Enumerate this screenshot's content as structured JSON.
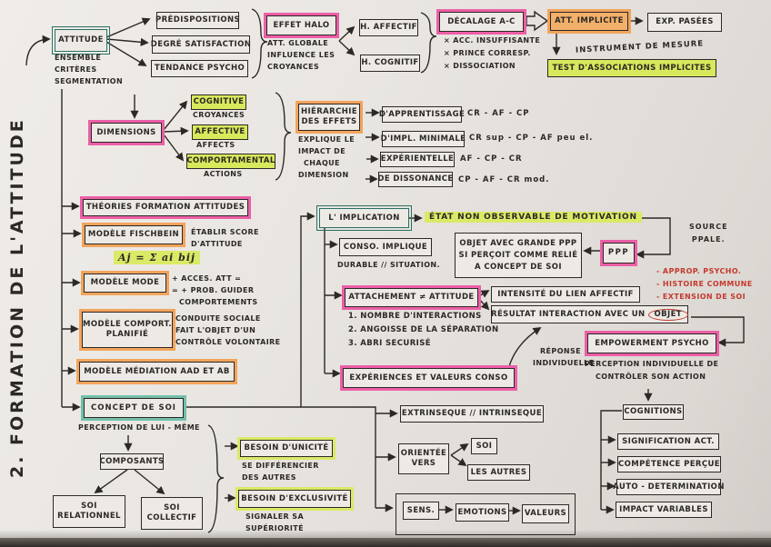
{
  "title": "2. FORMATION DE L'ATTITUDE",
  "colors": {
    "pink": "#ec5fa6",
    "orange": "#f2a45c",
    "green": "#d7e95c",
    "teal": "#2a6f62",
    "red": "#c43a2e",
    "ink": "#2b2825"
  },
  "attitude": {
    "label": "ATTITUDE",
    "notes": [
      "ENSEMBLE",
      "CRITÈRES",
      "SEGMENTATION"
    ],
    "factors": [
      "PRÉDISPOSITIONS",
      "DEGRÉ SATISFACTION",
      "TENDANCE PSYCHO"
    ]
  },
  "halo": {
    "label": "EFFET HALO",
    "notes": [
      "ATT. GLOBALE",
      "INFLUENCE LES",
      "CROYANCES"
    ],
    "boxes": [
      "H. AFFECTIF",
      "H. COGNITIF"
    ]
  },
  "decalage": {
    "label": "DÉCALAGE A-C",
    "items": [
      "× ACC. INSUFFISANTE",
      "× PRINCE CORRESP.",
      "× DISSOCIATION"
    ],
    "att_implicite": "ATT. IMPLICITE",
    "exp_passees": "EXP. PASÉES",
    "instrument": "INSTRUMENT DE MESURE",
    "test": "TEST D'ASSOCIATIONS IMPLICITES"
  },
  "dimensions": {
    "label": "DIMENSIONS",
    "items": [
      {
        "label": "COGNITIVE",
        "note": "CROYANCES"
      },
      {
        "label": "AFFECTIVE",
        "note": "AFFECTS"
      },
      {
        "label": "COMPORTAMENTAL",
        "note": "ACTIONS"
      }
    ]
  },
  "hierarchie": {
    "label_lines": [
      "HIÉRARCHIE",
      "DES EFFETS"
    ],
    "notes": [
      "EXPLIQUE LE",
      "IMPACT DE",
      "CHAQUE",
      "DIMENSION"
    ],
    "rows": [
      {
        "label": "D'APPRENTISSAGE",
        "seq": "CR - AF - CP"
      },
      {
        "label": "D'IMPL. MINIMALE",
        "seq": "CR sup - CP - AF peu el."
      },
      {
        "label": "EXPÉRIENTELLE",
        "seq": "AF - CP - CR"
      },
      {
        "label": "DE DISSONANCE",
        "seq": "CP - AF - CR mod."
      }
    ]
  },
  "theories": {
    "label": "THÉORIES FORMATION ATTITUDES",
    "fischbein": {
      "label": "MODÈLE FISCHBEIN",
      "notes": [
        "ÉTABLIR SCORE",
        "D'ATTITUDE"
      ],
      "formula": "Aj = Σ ai bij"
    },
    "mode": {
      "label": "MODÈLE MODE",
      "notes": [
        "+ ACCES. ATT =",
        "= + PROB. GUIDER",
        "COMPORTEMENTS"
      ]
    },
    "comport": {
      "label_lines": [
        "MODÈLE COMPORT.",
        "PLANIFIÉ"
      ],
      "notes": [
        "CONDUITE SOCIALE",
        "FAIT L'OBJET D'UN",
        "CONTRÔLE VOLONTAIRE"
      ]
    },
    "mediation": {
      "label": "MODÈLE MÉDIATION AAD ET AB"
    }
  },
  "implication": {
    "label": "L' IMPLICATION",
    "etat": "ÉTAT NON OBSERVABLE DE MOTIVATION",
    "source_lines": [
      "SOURCE",
      "PPALE."
    ],
    "conso": {
      "label": "CONSO. IMPLIQUE",
      "note": "DURABLE // SITUATION."
    },
    "objet_lines": [
      "OBJET AVEC GRANDE PPP",
      "SI PERÇOIT COMME RELIÉ",
      "A CONCEPT DE SOI"
    ],
    "ppp": "PPP",
    "red_items": [
      "- APPROP. PSYCHO.",
      "- HISTOIRE COMMUNE",
      "- EXTENSION DE SOI"
    ]
  },
  "attachement": {
    "label": "ATTACHEMENT ≠ ATTITUDE",
    "items": [
      "1. NOMBRE D'INTERACTIONS",
      "2. ANGOISSE DE LA SÉPARATION",
      "3. ABRI SECURISÉ"
    ],
    "intensite": "INTENSITÉ DU LIEN AFFECTIF",
    "resultat": "RÉSULTAT INTERACTION AVEC UN",
    "objet": "OBJET",
    "reponse_lines": [
      "RÉPONSE",
      "INDIVIDUELLE"
    ],
    "experiences": "EXPÉRIENCES ET VALEURS CONSO"
  },
  "empowerment": {
    "label": "EMPOWERMENT PSYCHO",
    "notes": [
      "PERCEPTION INDIVIDUELLE DE",
      "CONTRÔLER SON ACTION"
    ],
    "items": [
      "COGNITIONS",
      "SIGNIFICATION ACT.",
      "COMPÉTENCE PERÇUE",
      "AUTO - DETERMINATION",
      "IMPACT VARIABLES"
    ]
  },
  "concept_soi": {
    "label": "CONCEPT DE SOI",
    "note": "PERCEPTION DE LUI - MÊME",
    "composants": "COMPOSANTS",
    "soi_relationnel_lines": [
      "SOI",
      "RELATIONNEL"
    ],
    "soi_collectif_lines": [
      "SOI",
      "COLLECTIF"
    ],
    "unicite": {
      "label": "BESOIN D'UNICITÉ",
      "notes": [
        "SE DIFFÉRENCIER",
        "DES AUTRES"
      ]
    },
    "exclusivite": {
      "label": "BESOIN D'EXCLUSIVITÉ",
      "notes": [
        "SIGNALER SA",
        "SUPÉRIORITÉ"
      ]
    },
    "extrinseque": "EXTRINSEQUE // INTRINSEQUE",
    "orientee_lines": [
      "ORIENTÉE",
      "VERS"
    ],
    "soi": "SOI",
    "les_autres": "LES AUTRES",
    "chain": [
      "SENS.",
      "EMOTIONS",
      "VALEURS"
    ]
  }
}
